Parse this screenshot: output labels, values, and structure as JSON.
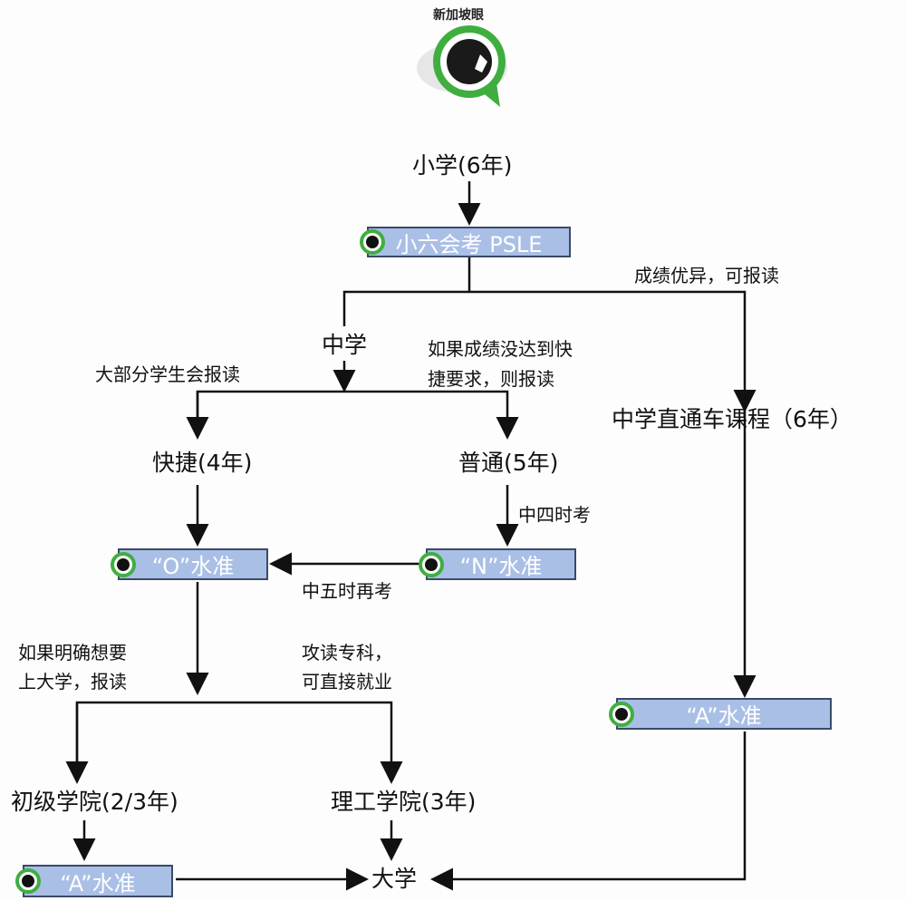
{
  "logo": {
    "text": "新加坡眼"
  },
  "nodes": {
    "primary": "小学(6年)",
    "psle": "小六会考 PSLE",
    "secondary": "中学",
    "express": "快捷(4年)",
    "normal": "普通(5年)",
    "ip": "中学直通车课程（6年）",
    "o_level": "“O”水准",
    "n_level": "“N”水准",
    "a_level_ip": "“A”水准",
    "jc": "初级学院(2/3年)",
    "poly": "理工学院(3年)",
    "a_level_jc": "“A”水准",
    "university": "大学"
  },
  "labels": {
    "excellent": "成绩优异，可报读",
    "most_students": "大部分学生会报读",
    "not_meet_1": "如果成绩没达到快",
    "not_meet_2": "捷要求，则报读",
    "sec4_exam": "中四时考",
    "sec5_retake": "中五时再考",
    "want_uni_1": "如果明确想要",
    "want_uni_2": "上大学，报读",
    "diploma_1": "攻读专科，",
    "diploma_2": "可直接就业"
  }
}
